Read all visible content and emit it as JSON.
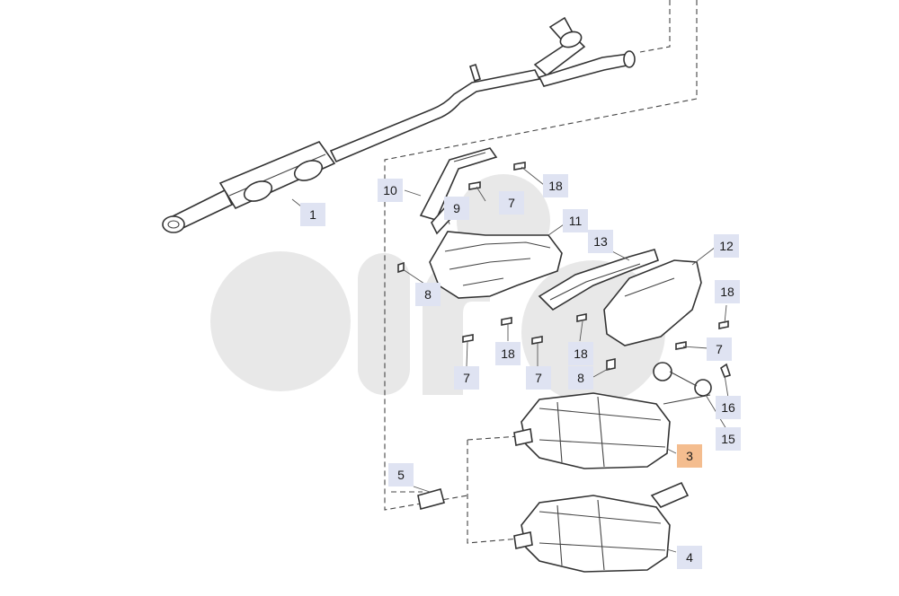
{
  "callouts": {
    "c1": "1",
    "c10": "10",
    "c9": "9",
    "c7a": "7",
    "c18a": "18",
    "c11": "11",
    "c13": "13",
    "c12": "12",
    "c8a": "8",
    "c18b": "18",
    "c18c": "18",
    "c7b": "7",
    "c7c": "7",
    "c8b": "8",
    "c18d": "18",
    "c7d": "7",
    "c16": "16",
    "c15": "15",
    "c3": "3",
    "c5": "5",
    "c4": "4"
  },
  "colors": {
    "callout_bg": "#dfe3f2",
    "callout_highlight": "#f4bd8f",
    "watermark": "#e6e6e6"
  },
  "highlighted_part": "3"
}
